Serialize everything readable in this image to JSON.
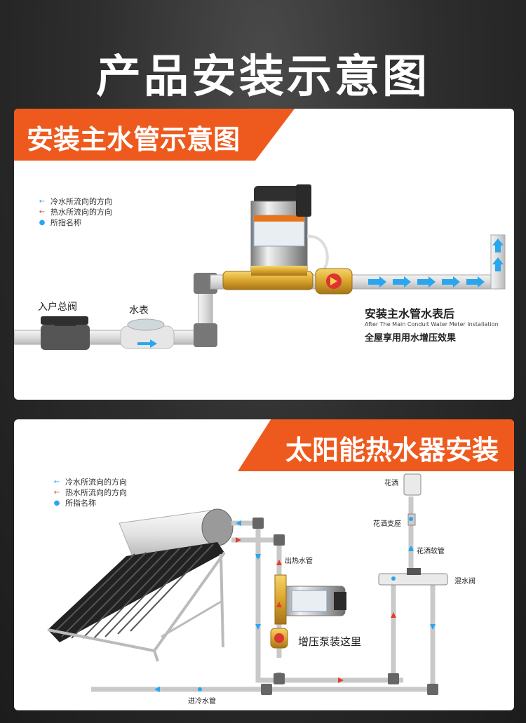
{
  "title": "产品安装示意图",
  "panel1": {
    "banner": "安装主水管示意图",
    "legend": [
      {
        "marker": "←",
        "text": "冷水所流向的方向",
        "color": "#2aa6ef"
      },
      {
        "marker": "←",
        "text": "热水所流向的方向",
        "color": "#e53b2f"
      },
      {
        "marker": "●",
        "text": "所指名称",
        "color": "#2aa6ef"
      }
    ],
    "valve_label": "入户总阀",
    "meter_label": "水表",
    "caption_cn": "安装主水管水表后",
    "caption_en": "After The Main Conduit Water Meter Installation",
    "caption_cn2": "全屋享用用水增压效果"
  },
  "panel2": {
    "banner": "太阳能热水器安装",
    "legend": [
      {
        "marker": "←",
        "text": "冷水所流向的方向",
        "color": "#2aa6ef"
      },
      {
        "marker": "←",
        "text": "热水所流向的方向",
        "color": "#e53b2f"
      },
      {
        "marker": "●",
        "text": "所指名称",
        "color": "#2aa6ef"
      }
    ],
    "shower_label": "花洒",
    "shower_mount_label": "花洒支座",
    "shower_hose_label": "花洒软管",
    "mixing_valve_label": "混水阀",
    "hot_out_label": "出热水管",
    "pump_here_label": "增压泵装这里",
    "cold_in_label": "进冷水管"
  },
  "colors": {
    "orange": "#ee5a1e",
    "cold": "#2aa6ef",
    "hot": "#e53b2f"
  }
}
